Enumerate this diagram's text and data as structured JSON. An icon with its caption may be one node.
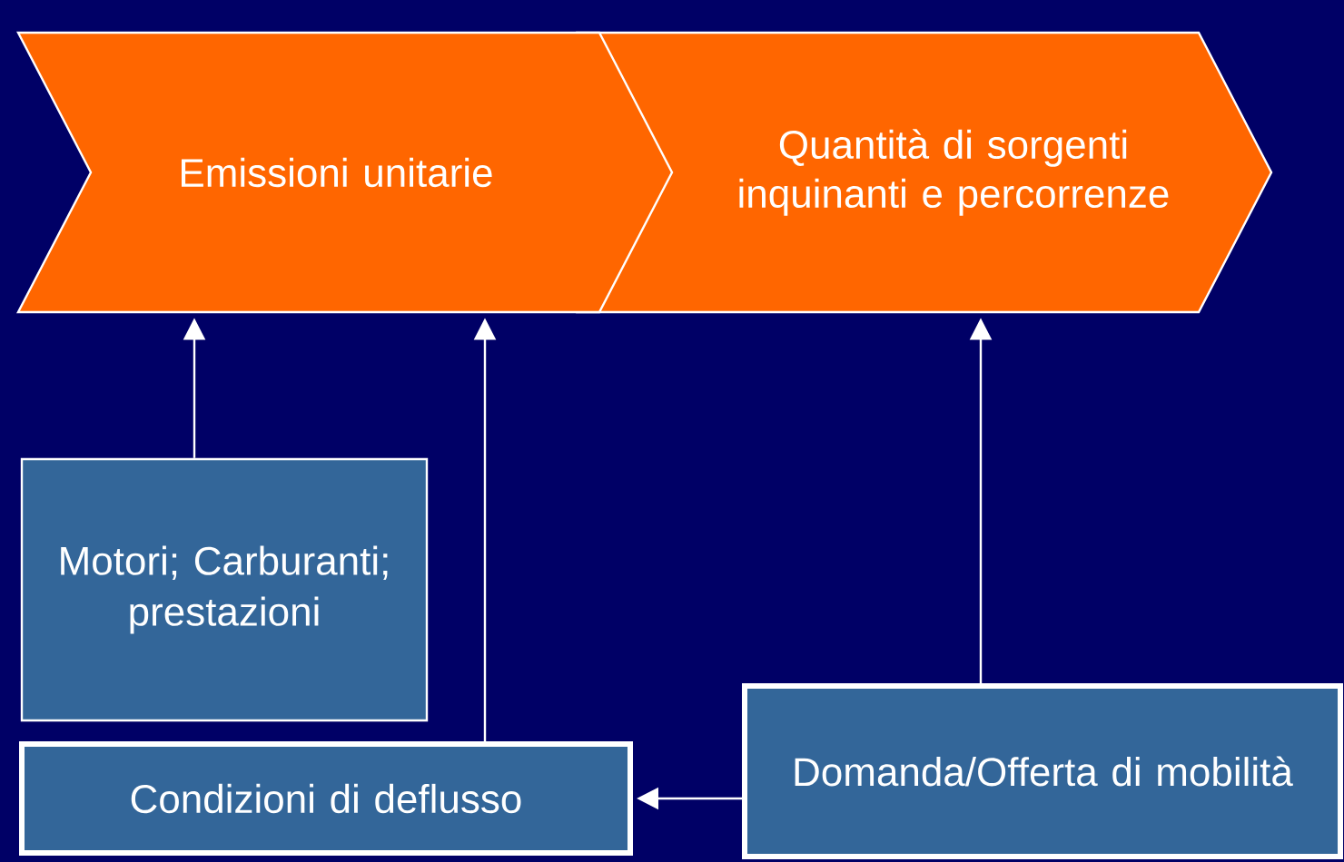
{
  "diagram": {
    "nodes": [
      {
        "text": [
          "Emissioni unitarie"
        ]
      },
      {
        "text": [
          "Quantità di sorgenti inquinanti e percorrenze"
        ]
      },
      {
        "text": [
          "Motori; Carburanti; prestazioni"
        ]
      },
      {
        "text": [
          "Condizioni di deflusso"
        ]
      },
      {
        "text": [
          "Domanda/Offerta di mobilità"
        ]
      }
    ],
    "edges": [
      {
        "from": 2,
        "to": 0,
        "arrow": "to"
      },
      {
        "from": 3,
        "to": 0,
        "arrow": "to"
      },
      {
        "from": 4,
        "to": 1,
        "arrow": "to"
      },
      {
        "from": 4,
        "to": 3,
        "arrow": "to"
      }
    ]
  }
}
